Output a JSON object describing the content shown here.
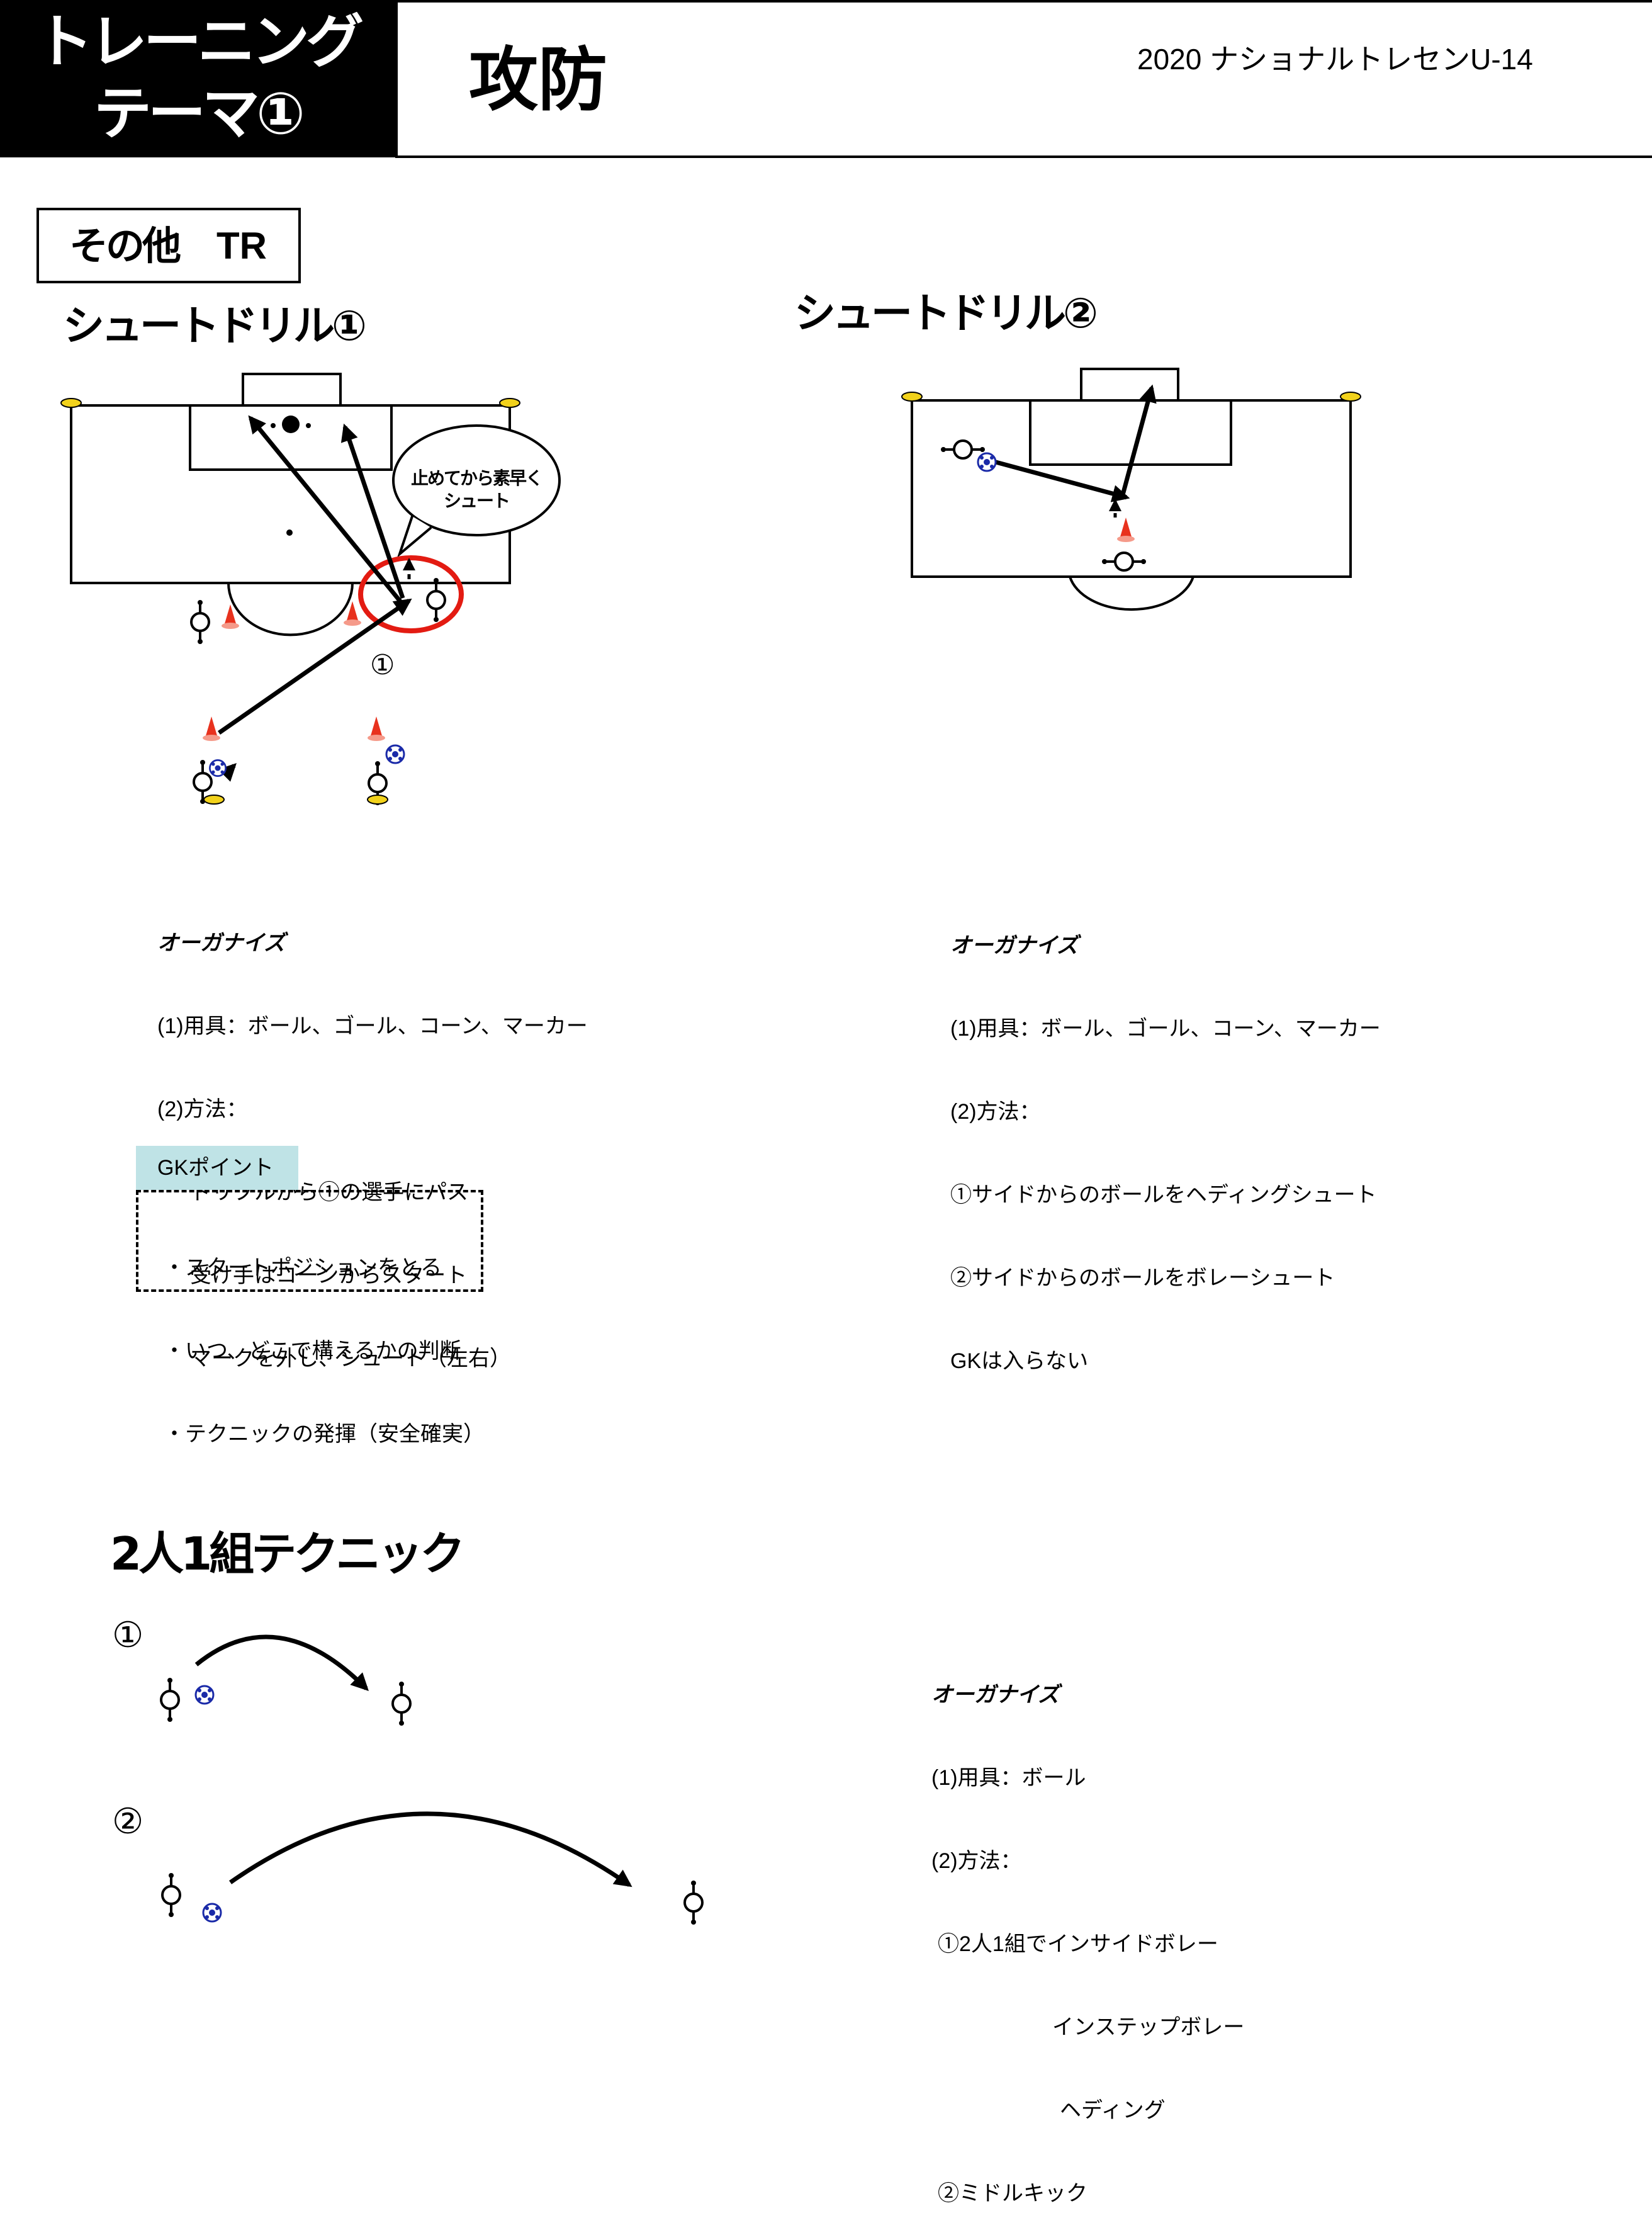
{
  "header": {
    "theme_line1": "トレーニング",
    "theme_line2": "テーマ①",
    "title": "攻防",
    "subtitle": "2020 ナショナルトレセンU-14"
  },
  "section_label": {
    "main": "その他",
    "sub": "TR"
  },
  "drill1": {
    "title": "シュートドリル①",
    "bubble_line1": "止めてから素早く",
    "bubble_line2": "シュート",
    "player_number": "①",
    "organize": {
      "heading": "オーガナイズ",
      "equipment": "(1)用具：ボール、ゴール、コーン、マーカー",
      "method_label": "(2)方法：",
      "lines": [
        "ドリブルから①の選手にパス",
        "受け手はコーンからスタート",
        "マークを外し、シュート（左右）"
      ]
    },
    "gk_point": {
      "tag": "GKポイント",
      "items": [
        "・スタートポジションをとる",
        "・いつ、どこで構えるかの判断",
        "・テクニックの発揮（安全確実）"
      ]
    }
  },
  "drill2": {
    "title": "シュートドリル②",
    "organize": {
      "heading": "オーガナイズ",
      "equipment": "(1)用具：ボール、ゴール、コーン、マーカー",
      "method_label": "(2)方法：",
      "lines": [
        "①サイドからのボールをヘディングシュート",
        "②サイドからのボールをボレーシュート",
        "GKは入らない"
      ]
    }
  },
  "pair": {
    "title": "2人1組テクニック",
    "label1": "①",
    "label2": "②",
    "organize": {
      "heading": "オーガナイズ",
      "equipment": "(1)用具：ボール",
      "method_label": "(2)方法：",
      "lines": [
        "①2人1組でインサイドボレー",
        "インステップボレー",
        "ヘディング",
        "②ミドルキック"
      ]
    }
  },
  "colors": {
    "header_bg": "#000000",
    "cone": "#e8321e",
    "marker": "#f2d21b",
    "highlight_circle": "#e31b12",
    "gk_tag_bg": "#bfe3e6",
    "ball_blue": "#1a2aa8"
  }
}
